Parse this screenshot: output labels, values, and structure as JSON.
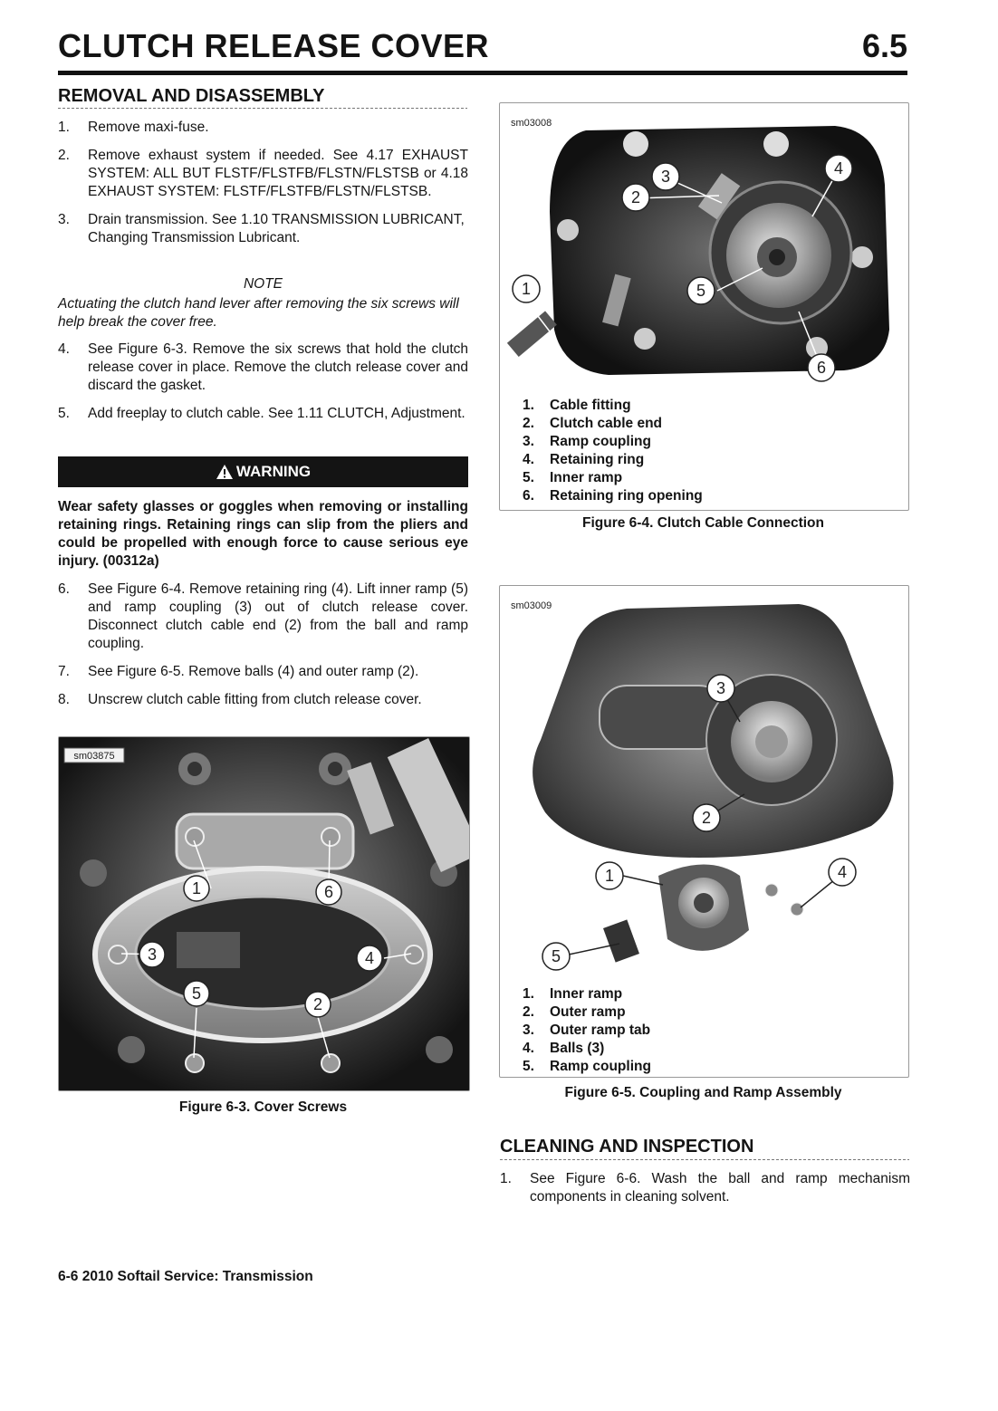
{
  "header": {
    "title": "CLUTCH RELEASE COVER",
    "section": "6.5"
  },
  "removal": {
    "heading": "REMOVAL AND DISASSEMBLY",
    "steps_a": [
      {
        "num": "1.",
        "text": "Remove maxi-fuse."
      },
      {
        "num": "2.",
        "text": "Remove exhaust system if needed. See 4.17 EXHAUST SYSTEM: ALL BUT FLSTF/FLSTFB/FLSTN/FLSTSB or 4.18 EXHAUST SYSTEM: FLSTF/FLSTFB/FLSTN/FLSTSB."
      },
      {
        "num": "3.",
        "text": "Drain transmission. See 1.10 TRANSMISSION LUBRICANT, Changing Transmission Lubricant."
      }
    ],
    "note_title": "NOTE",
    "note_text": "Actuating the clutch hand lever after removing the six screws will help break the cover free.",
    "steps_b": [
      {
        "num": "4.",
        "text": "See Figure 6-3. Remove the six screws that hold the clutch release cover in place. Remove the clutch release cover and discard the gasket."
      },
      {
        "num": "5.",
        "text": "Add freeplay to clutch cable. See 1.11 CLUTCH, Adjustment."
      }
    ],
    "warning_label": "WARNING",
    "warning_text": "Wear safety glasses or goggles when removing or installing retaining rings. Retaining rings can slip from the pliers and could be propelled with enough force to cause serious eye injury. (00312a)",
    "steps_c": [
      {
        "num": "6.",
        "text": "See Figure 6-4. Remove retaining ring (4). Lift inner ramp (5) and ramp coupling (3) out of clutch release cover. Disconnect clutch cable end (2) from the ball and ramp coupling."
      },
      {
        "num": "7.",
        "text": "See Figure 6-5. Remove balls (4) and outer ramp (2)."
      },
      {
        "num": "8.",
        "text": "Unscrew clutch cable fitting from clutch release cover."
      }
    ]
  },
  "figure_6_3": {
    "id": "sm03875",
    "caption": "Figure 6-3. Cover Screws",
    "callouts": [
      "1",
      "6",
      "3",
      "4",
      "5",
      "2"
    ]
  },
  "figure_6_4": {
    "id": "sm03008",
    "caption": "Figure 6-4. Clutch Cable Connection",
    "callouts": [
      "1",
      "2",
      "3",
      "4",
      "5",
      "6"
    ],
    "legend": [
      {
        "num": "1.",
        "text": "Cable fitting"
      },
      {
        "num": "2.",
        "text": "Clutch cable end"
      },
      {
        "num": "3.",
        "text": "Ramp coupling"
      },
      {
        "num": "4.",
        "text": "Retaining ring"
      },
      {
        "num": "5.",
        "text": "Inner ramp"
      },
      {
        "num": "6.",
        "text": "Retaining ring opening"
      }
    ]
  },
  "figure_6_5": {
    "id": "sm03009",
    "caption": "Figure 6-5. Coupling and Ramp Assembly",
    "callouts": [
      "3",
      "2",
      "1",
      "4",
      "5"
    ],
    "legend": [
      {
        "num": "1.",
        "text": "Inner ramp"
      },
      {
        "num": "2.",
        "text": "Outer ramp"
      },
      {
        "num": "3.",
        "text": "Outer ramp tab"
      },
      {
        "num": "4.",
        "text": "Balls (3)"
      },
      {
        "num": "5.",
        "text": "Ramp coupling"
      }
    ]
  },
  "cleaning": {
    "heading": "CLEANING AND INSPECTION",
    "steps": [
      {
        "num": "1.",
        "text": "See Figure 6-6. Wash the ball and ramp mechanism components in cleaning solvent."
      }
    ]
  },
  "footer": {
    "text": "6-6  2010 Softail Service: Transmission"
  }
}
